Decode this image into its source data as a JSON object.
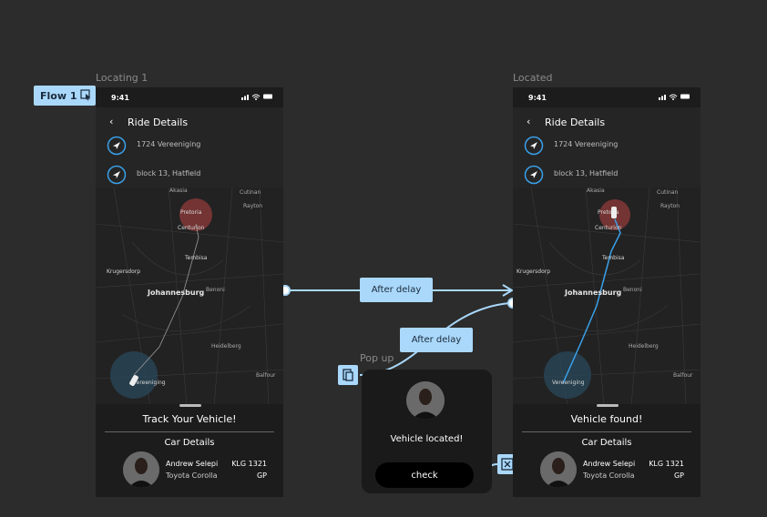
{
  "canvas": {
    "flow_badge": "Flow 1",
    "frames": [
      {
        "label": "Locating 1"
      },
      {
        "label": "Located"
      }
    ],
    "popup_label": "Pop up",
    "connections": [
      {
        "label": "After delay"
      },
      {
        "label": "After delay"
      }
    ]
  },
  "phones": [
    {
      "status_time": "9:41",
      "header_title": "Ride Details",
      "locations": [
        "1724 Vereeniging",
        "block 13, Hatfield"
      ],
      "map_places": {
        "akasia": "Akasia",
        "cutinan": "Cutinan",
        "rayton": "Rayton",
        "pretoria": "Pretoria",
        "centurion": "Centurion",
        "tembisa": "Tembisa",
        "krugersdorp": "Krugersdorp",
        "johannesburg": "Johannesburg",
        "benoni": "Benoni",
        "heidelberg": "Heidelberg",
        "balfour": "Balfour",
        "vereeniging": "Vereeniging"
      },
      "sheet_title": "Track Your Vehicle!",
      "car_details_title": "Car Details",
      "driver_name": "Andrew Selepi",
      "car_model": "Toyota Corolla",
      "plate": "KLG 1321",
      "province": "GP"
    },
    {
      "status_time": "9:41",
      "header_title": "Ride Details",
      "locations": [
        "1724 Vereeniging",
        "block 13, Hatfield"
      ],
      "map_places": {
        "akasia": "Akasia",
        "cutinan": "Cutinan",
        "rayton": "Rayton",
        "pretoria": "Pretoria",
        "centurion": "Centurion",
        "tembisa": "Tembisa",
        "krugersdorp": "Krugersdorp",
        "johannesburg": "Johannesburg",
        "benoni": "Benoni",
        "heidelberg": "Heidelberg",
        "balfour": "Balfour",
        "vereeniging": "Vereeniging"
      },
      "sheet_title": "Vehicle found!",
      "car_details_title": "Car Details",
      "driver_name": "Andrew Selepi",
      "car_model": "Toyota Corolla",
      "plate": "KLG 1321",
      "province": "GP"
    }
  ],
  "popup": {
    "message": "Vehicle located!",
    "button_label": "check"
  },
  "colors": {
    "connector": "#a9d8fb",
    "route": "#3aa0e8",
    "pretoria_marker": "#8a3a3a",
    "vereeniging_marker": "#2a4a5e"
  }
}
